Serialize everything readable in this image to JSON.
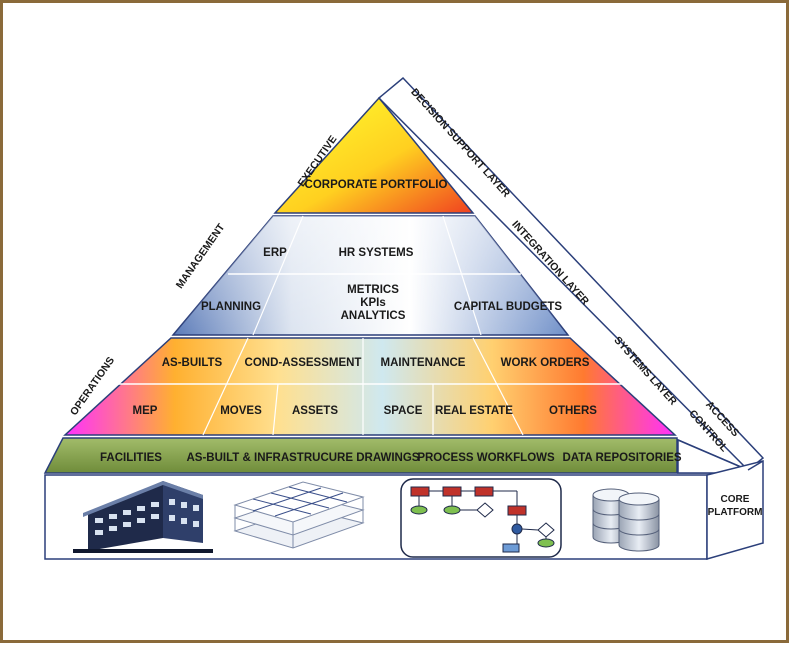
{
  "tiers": {
    "executive": {
      "items": [
        "CORPORATE PORTFOLIO"
      ],
      "side_label": "EXECUTIVE"
    },
    "management": {
      "side_label": "MANAGEMENT",
      "row1": [
        "ERP",
        "HR SYSTEMS"
      ],
      "row2": [
        "PLANNING",
        "METRICS",
        "KPIs",
        "ANALYTICS",
        "CAPITAL BUDGETS"
      ]
    },
    "operations": {
      "side_label": "OPERATIONS",
      "row1": [
        "AS-BUILTS",
        "COND-ASSESSMENT",
        "MAINTENANCE",
        "WORK ORDERS"
      ],
      "row2": [
        "MEP",
        "MOVES",
        "ASSETS",
        "SPACE",
        "REAL ESTATE",
        "OTHERS"
      ]
    },
    "base": {
      "items": [
        "FACILITIES",
        "AS-BUILT & INFRASTRUCURE DRAWINGS",
        "PROCESS WORKFLOWS",
        "DATA REPOSITORIES"
      ]
    }
  },
  "layers": {
    "decision_support": "DECISION SUPPORT LAYER",
    "integration": "INTEGRATION LAYER",
    "systems": "SYSTEMS LAYER",
    "access_control_line1": "ACCESS",
    "access_control_line2": "CONTROL",
    "core_platform_line1": "CORE",
    "core_platform_line2": "PLATFORM"
  },
  "platform_icons": [
    "building-icon",
    "floor-plan-icon",
    "workflow-icon",
    "database-icon"
  ],
  "colors": {
    "frame": "#8a6a3a",
    "base_green": "#7c9a45",
    "outline": "#2b3f7a"
  }
}
